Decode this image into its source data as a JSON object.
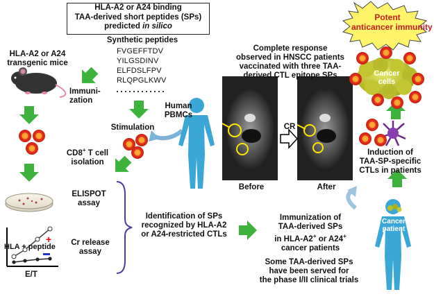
{
  "title_box": {
    "line1": "HLA-A2 or A24 binding",
    "line2": "TAA-derived short peptides (SPs)",
    "line3": "predicted",
    "line3_italic": "in silico"
  },
  "synthetic_peptides": {
    "label": "Synthetic peptides",
    "sequences": [
      "FVGEFFTDV",
      "YILGSDINV",
      "ELFDSLFPV",
      "RLQPGLKWV"
    ]
  },
  "mice_label": [
    "HLA-A2 or A24",
    "transgenic mice"
  ],
  "immunization_label": [
    "Immuni-",
    "zation"
  ],
  "human_pbmcs_label": [
    "Human",
    "PBMCs"
  ],
  "stimulation_label": "Stimulation",
  "cd8_label": [
    "CD8",
    "+",
    " T cell",
    "isolation"
  ],
  "elispot_label": [
    "ELISPOT",
    "assay"
  ],
  "cr_release_label": [
    "Cr release",
    "assay"
  ],
  "plot": {
    "legend": "HLA + peptide",
    "xlabel": "E/T"
  },
  "identification_label": [
    "Identification of SPs",
    "recognized by HLA-A2",
    "or A24-restricted CTLs"
  ],
  "complete_response_label": [
    "Complete response",
    "observed in HNSCC patients",
    "vaccinated with three TAA-",
    "derived CTL epitope SPs"
  ],
  "cr_label": "CR",
  "before_label": "Before",
  "after_label": "After",
  "burst_label": [
    "Potent",
    "anticancer immunity"
  ],
  "cancer_cells_label": [
    "Cancer",
    "cells"
  ],
  "induction_label": [
    "Induction of",
    "TAA-SP-specific",
    "CTLs in patients"
  ],
  "cancer_patient_label": [
    "Cancer",
    "patient"
  ],
  "immunization_patients_label": [
    "Immunization of",
    "TAA-derived SPs",
    "in HLA-A2",
    "+",
    "or A24",
    "+",
    "cancer patients"
  ],
  "phase_trials_label": [
    "Some TAA-derived SPs",
    "have been served for",
    "the phase I/II clinical trials"
  ],
  "colors": {
    "arrow_green": "#3db33d",
    "cell_red": "#e8331f",
    "cell_orange": "#f5a623",
    "figure_blue": "#3ba7d6",
    "brace_purple": "#4b3ba0",
    "burst_yellow": "#fff46a",
    "ct_gray": "#555555"
  }
}
